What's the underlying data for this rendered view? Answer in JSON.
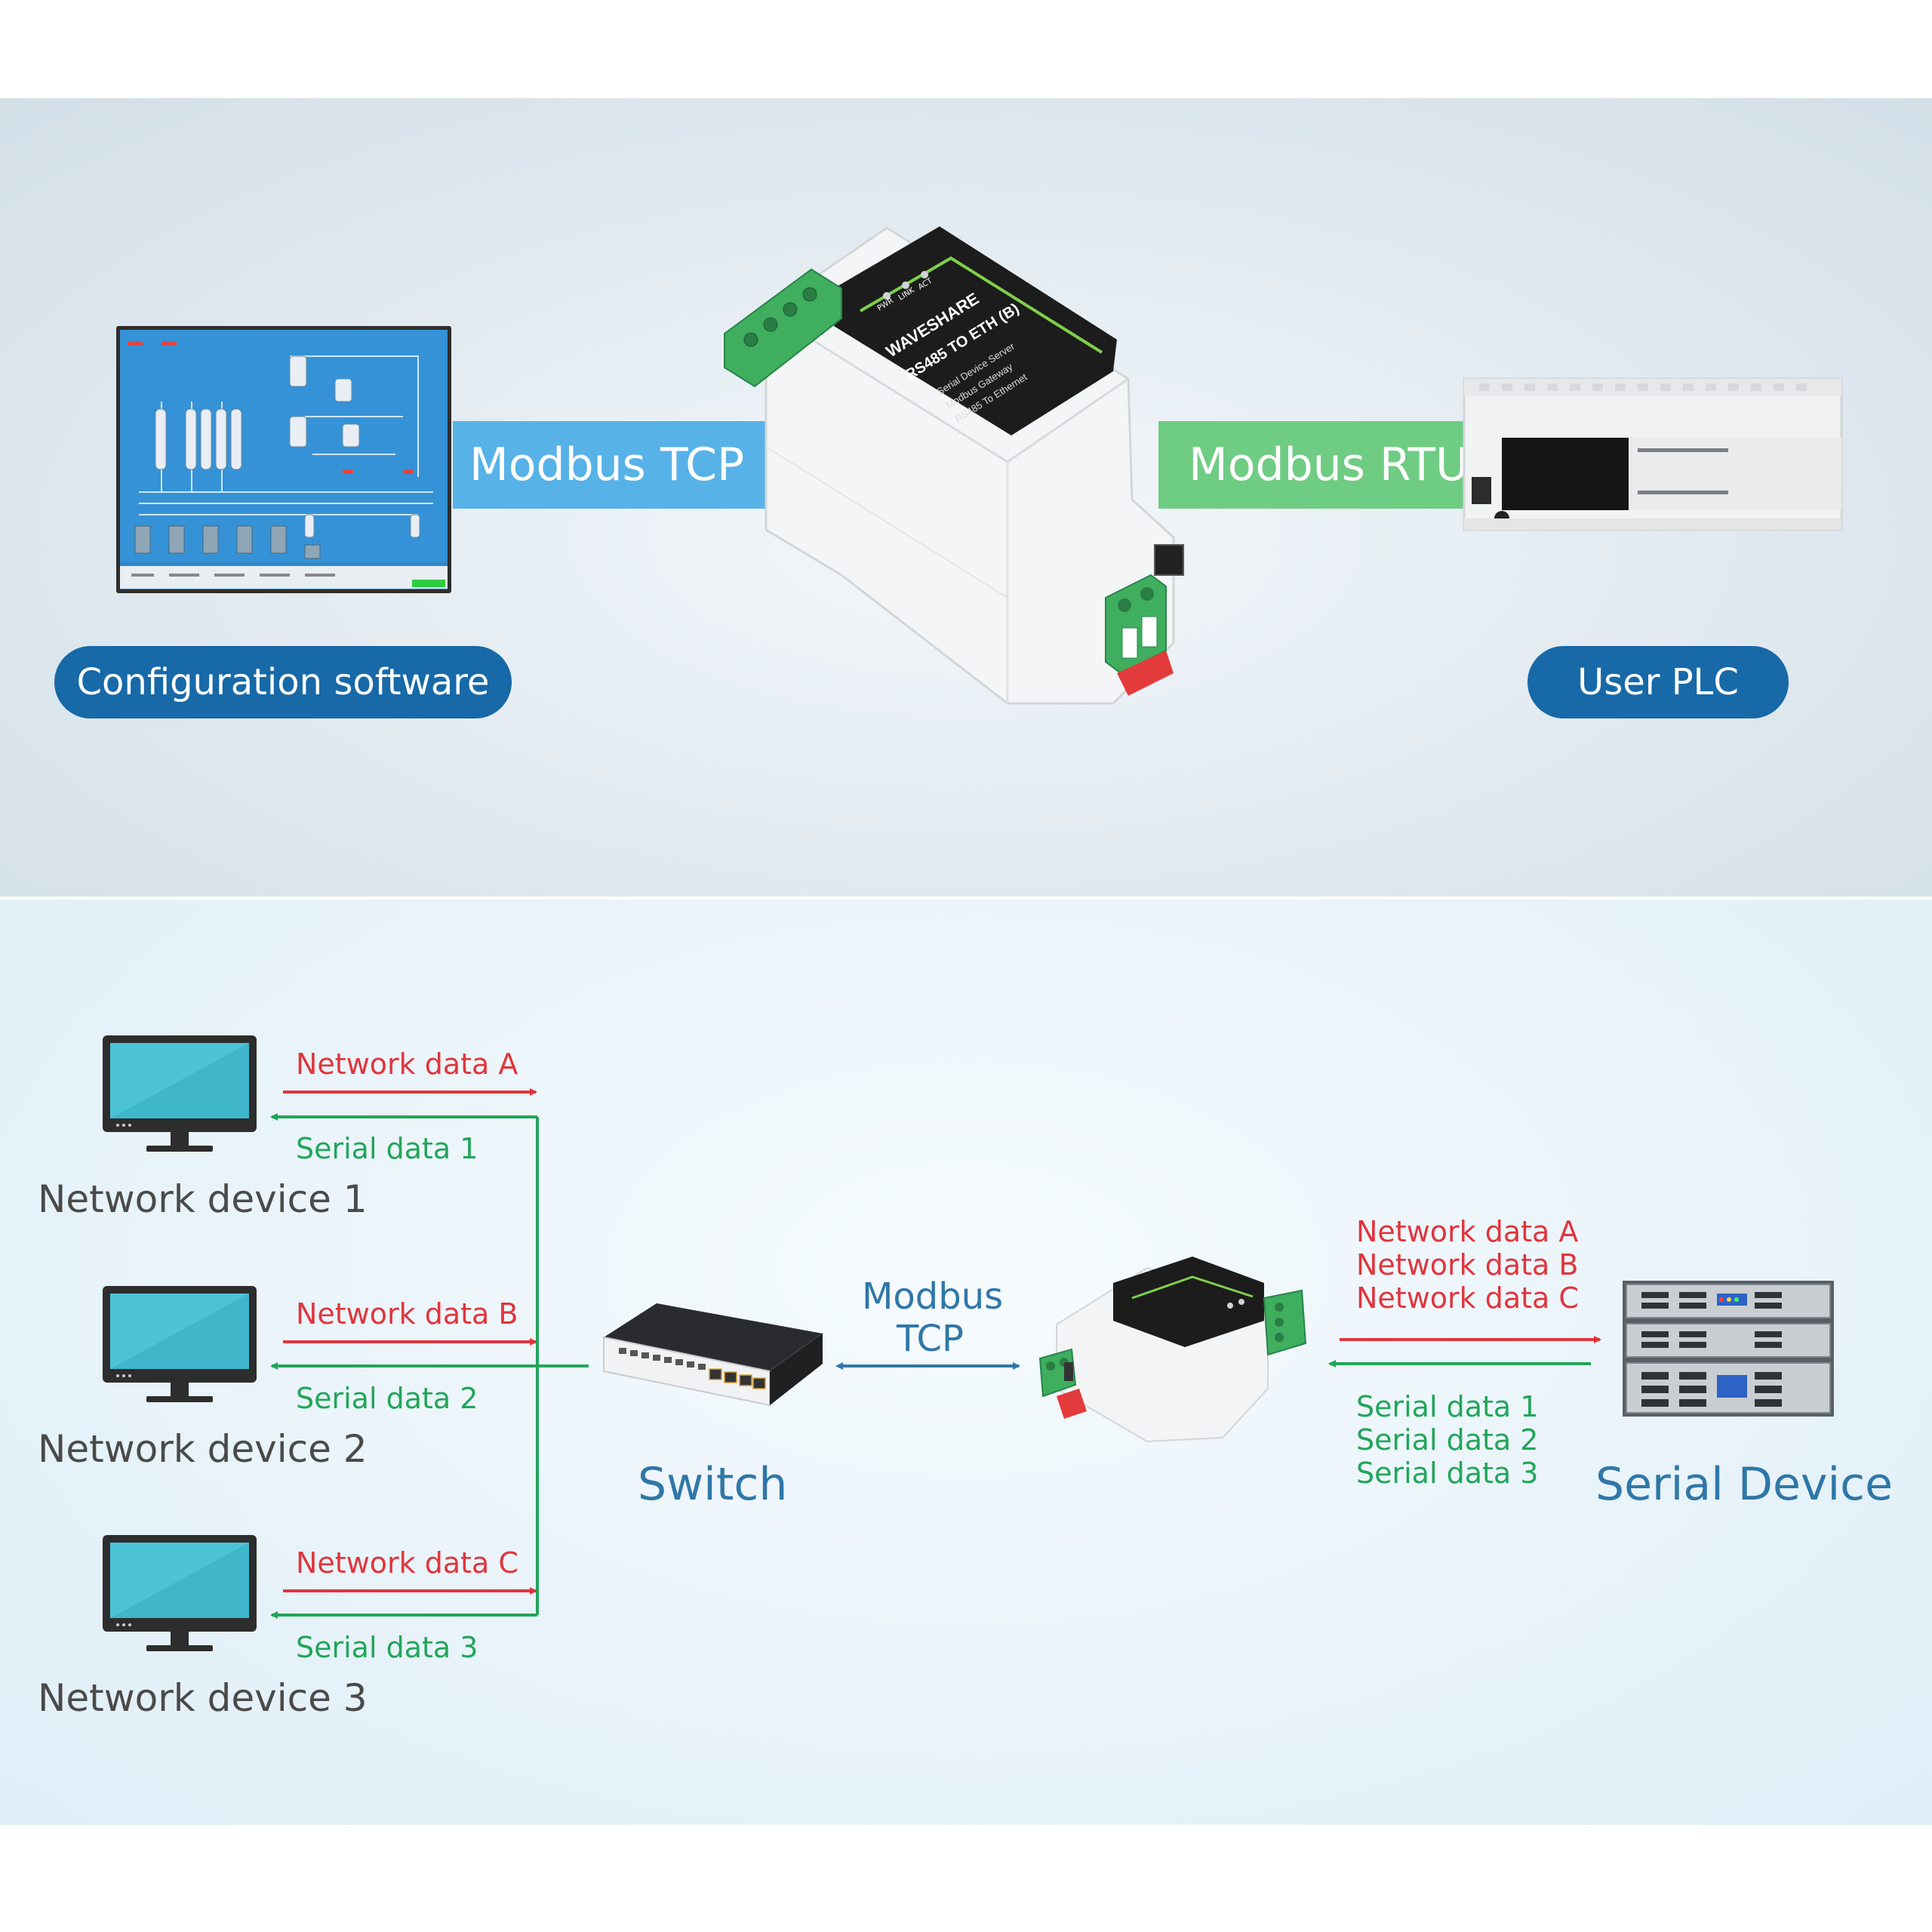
{
  "top": {
    "modbus_tcp": "Modbus TCP",
    "modbus_rtu": "Modbus RTU",
    "configuration_software": "Configuration software",
    "user_plc": "User PLC",
    "device_brand": "WAVESHARE",
    "device_model": "RS485 TO ETH (B)",
    "device_desc_1": "Serial Device Server",
    "device_desc_2": "Modbus Gateway",
    "device_desc_3": "RS485 To Ethernet",
    "led_pwr": "PWR",
    "led_link": "LINK",
    "led_act": "ACT"
  },
  "bottom": {
    "devices": [
      {
        "name": "Network device 1",
        "net": "Network data A",
        "serial": "Serial data 1"
      },
      {
        "name": "Network device 2",
        "net": "Network data B",
        "serial": "Serial data 2"
      },
      {
        "name": "Network device 3",
        "net": "Network data C",
        "serial": "Serial data 3"
      }
    ],
    "switch_label": "Switch",
    "modbus_line1": "Modbus",
    "modbus_line2": "TCP",
    "right_net": [
      "Network data A",
      "Network data B",
      "Network data C"
    ],
    "right_serial": [
      "Serial data 1",
      "Serial data 2",
      "Serial data 3"
    ],
    "serial_device": "Serial Device"
  },
  "colors": {
    "red": "#e0353d",
    "green": "#22a55a",
    "blue_ribbon": "#57b2e8",
    "green_ribbon": "#6fcc83",
    "pill": "#1769a8",
    "label_blue": "#2f77a8"
  }
}
